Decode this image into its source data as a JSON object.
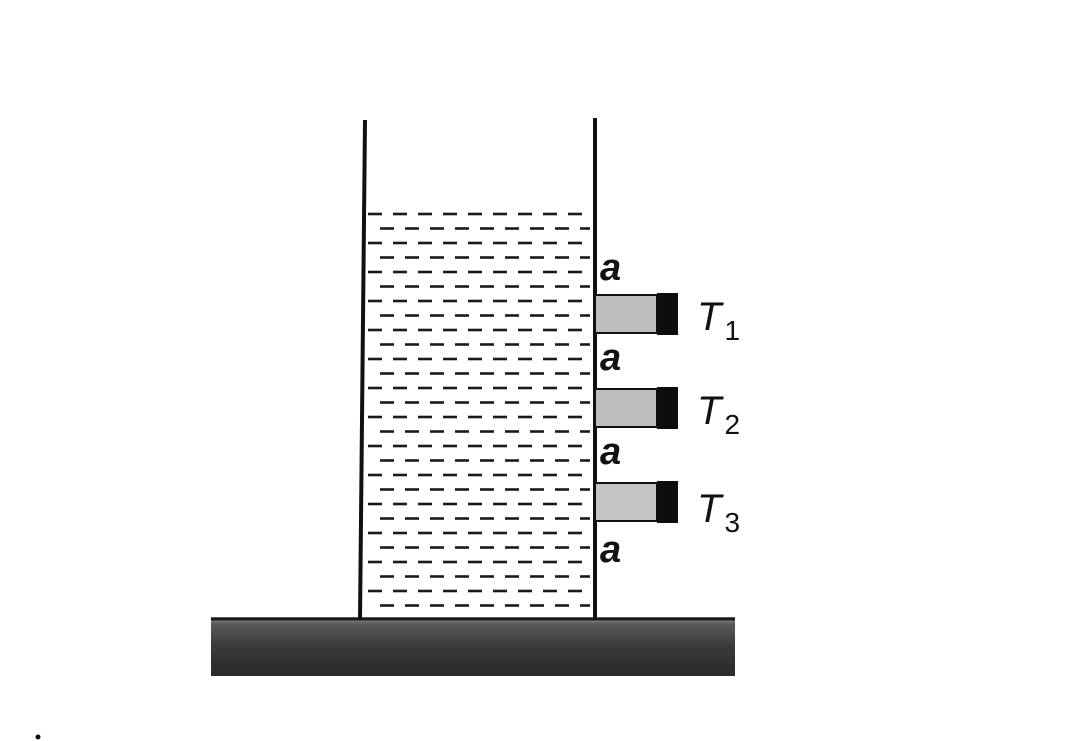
{
  "diagram": {
    "gap_labels": [
      "a",
      "a",
      "a",
      "a"
    ],
    "tubes": [
      {
        "name": "T",
        "subscript": "1"
      },
      {
        "name": "T",
        "subscript": "2"
      },
      {
        "name": "T",
        "subscript": "3"
      }
    ],
    "colors": {
      "liquid_dash": "#1a1a1a",
      "wall": "#111111",
      "tube_fill": "#bdbdbd",
      "tube_cap": "#0d0d0d",
      "ground_top": "#8a8a8a",
      "ground_body": "#3a3a3a"
    }
  }
}
